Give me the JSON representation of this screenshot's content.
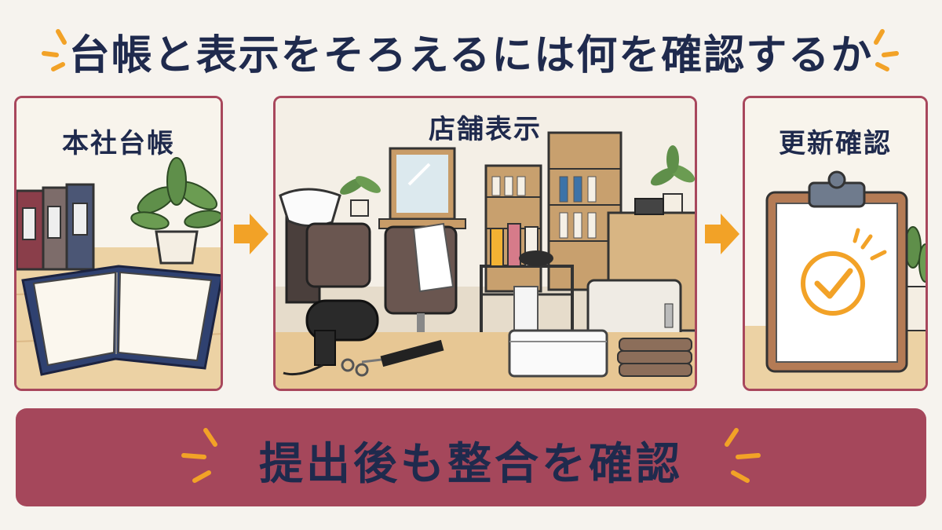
{
  "title": "台帳と表示をそろえるには何を確認するか",
  "panels": [
    {
      "label": "本社台帳"
    },
    {
      "label": "店舗表示"
    },
    {
      "label": "更新確認"
    }
  ],
  "banner": {
    "text": "提出後も整合を確認"
  },
  "colors": {
    "accent": "#a5475b",
    "navy": "#1f2a4d",
    "arrow": "#f2a227",
    "background": "#f6f3ee"
  }
}
